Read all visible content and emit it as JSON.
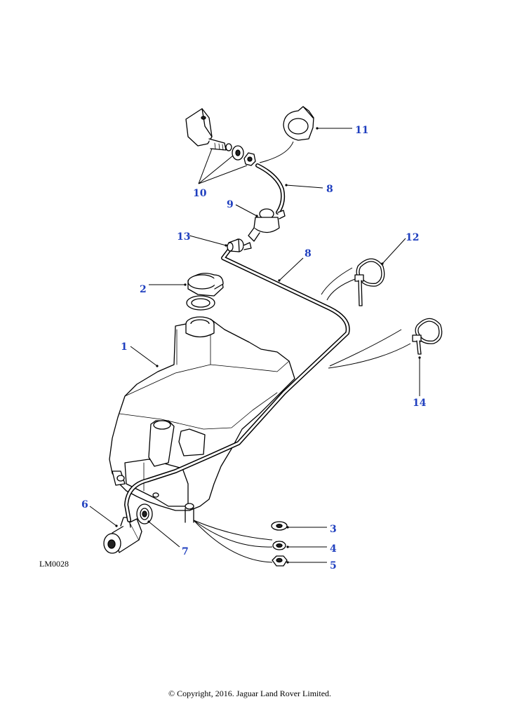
{
  "diagram_ref": "LM0028",
  "copyright": "© Copyright, 2016. Jaguar Land Rover Limited.",
  "accent_color": "#1f3fbf",
  "callouts": {
    "c1": "1",
    "c2": "2",
    "c3": "3",
    "c4": "4",
    "c5": "5",
    "c6": "6",
    "c7": "7",
    "c8a": "8",
    "c8b": "8",
    "c9": "9",
    "c10": "10",
    "c11": "11",
    "c12": "12",
    "c13": "13",
    "c14": "14"
  }
}
